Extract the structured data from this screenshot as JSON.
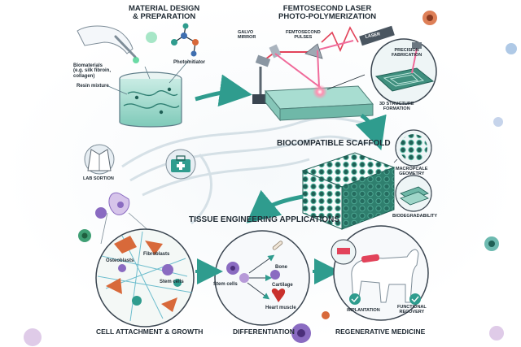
{
  "colors": {
    "teal": "#2f9c8e",
    "teal_light": "#bfe6dd",
    "laser_red": "#e2435a",
    "laser_pink": "#f06a9a",
    "scaffold": "#3f8f7e",
    "cell_purple": "#8a6bc1",
    "cell_orange": "#d8693a",
    "ink": "#1f2a33"
  },
  "sections": {
    "material": {
      "title_line1": "MATERIAL DESIGN",
      "title_line2": "& PREPARATION",
      "biomaterials_line1": "Biomaterials",
      "biomaterials_line2": "(e.g. silk fibroin,",
      "biomaterials_line3": "collagen)",
      "photoinitiator": "Photoinitiator",
      "resin": "Resin mixture"
    },
    "laser": {
      "title_line1": "FEMTOSECOND LASER",
      "title_line2": "PHOTO-POLYMERIZATION",
      "galvo_line1": "GALVO",
      "galvo_line2": "MIRROR",
      "pulses_line1": "FEMTOSECOND",
      "pulses_line2": "PULSES",
      "laser_box": "LASER",
      "precision_line1": "PRECISION",
      "precision_line2": "FABRICATION",
      "structure_line1": "3D STRUCTURE",
      "structure_line2": "FORMATION"
    },
    "scaffold": {
      "title": "BIOCOMPATIBLE SCAFFOLD",
      "geometry_line1": "MACROPCALE",
      "geometry_line2": "GEOMETRY",
      "biodegradability": "BIODEGRADABILITY"
    },
    "lab": {
      "label": "LAB SORTION"
    },
    "applications": {
      "title": "TISSUE ENGINEERING APPLICATIONS"
    },
    "attachment": {
      "title": "CELL ATTACHMENT & GROWTH",
      "fibroblasts": "Fibroblasts",
      "osteoblasts": "Osteoblasts",
      "stem_cells": "Stem cells"
    },
    "differentiation": {
      "title": "DIFFERENTIATION",
      "stem_cells": "Stem cells",
      "bone": "Bone",
      "cartilage": "Cartilage",
      "heart": "Heart muscle"
    },
    "regenerative": {
      "title": "REGENERATIVE MEDICINE",
      "implantation": "IMPLANTATION",
      "recovery_line1": "FUNCTIONAL",
      "recovery_line2": "RECOVERY"
    }
  }
}
